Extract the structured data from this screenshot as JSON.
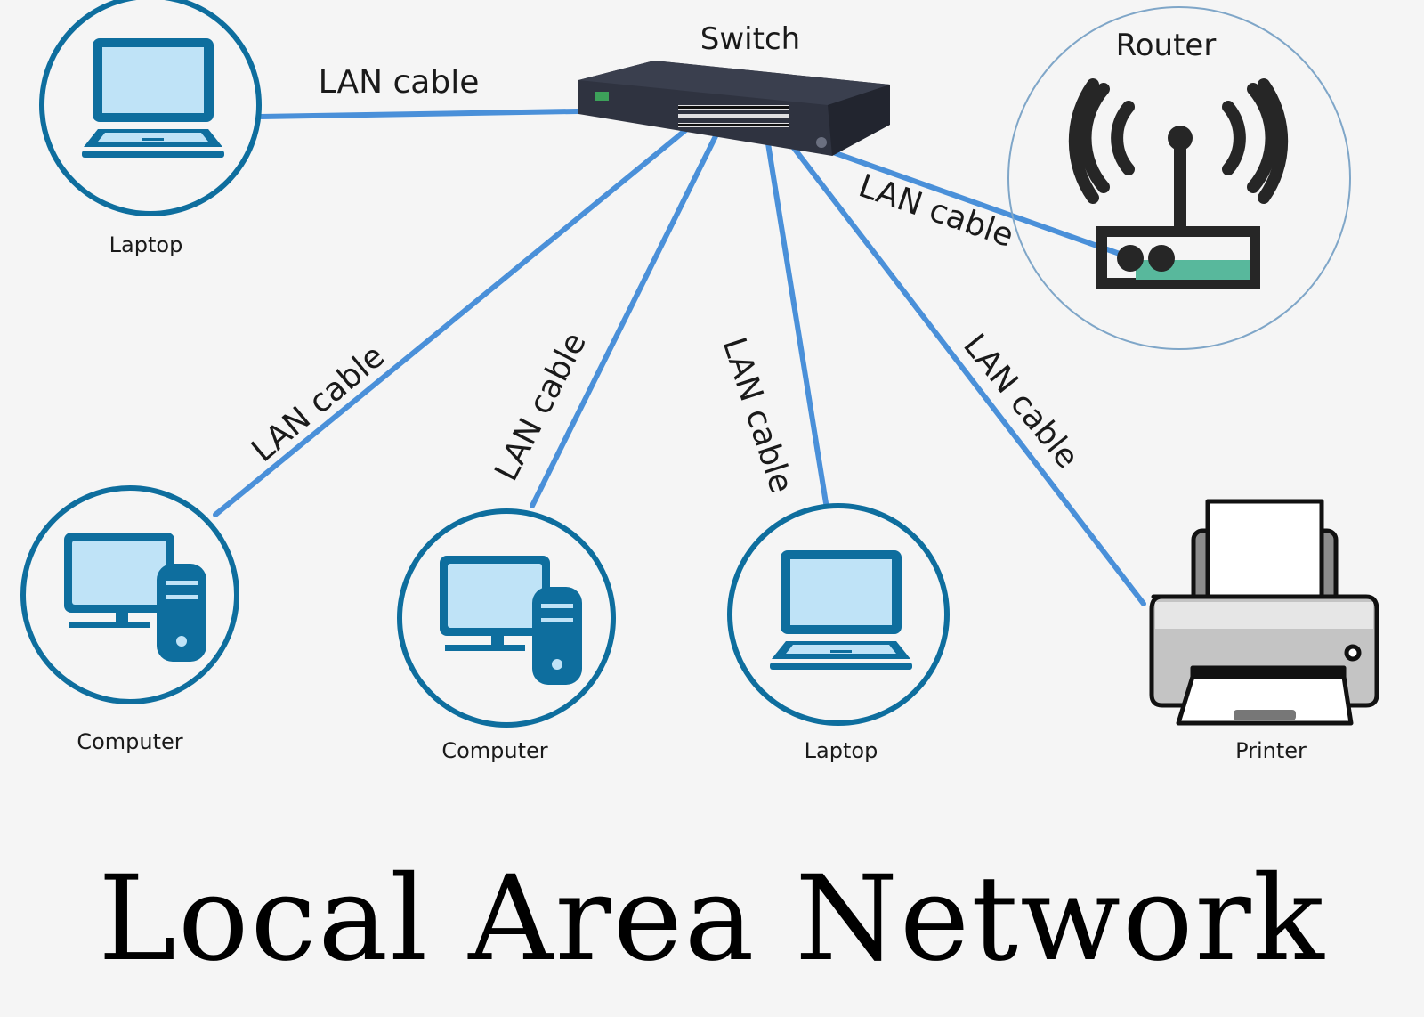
{
  "title": "Local Area Network",
  "colors": {
    "cable": "#4a90d9",
    "device_blue": "#0e6e9e",
    "screen_fill": "#bfe3f7",
    "router_ring": "#7fa6c8",
    "router_green": "#58b89c",
    "background": "#f5f5f5"
  },
  "nodes": {
    "switch": {
      "label": "Switch",
      "icon": "network-switch"
    },
    "router": {
      "label": "Router",
      "icon": "wifi-router"
    },
    "laptop_top": {
      "label": "Laptop",
      "icon": "laptop"
    },
    "computer_1": {
      "label": "Computer",
      "icon": "desktop-computer"
    },
    "computer_2": {
      "label": "Computer",
      "icon": "desktop-computer"
    },
    "laptop_bottom": {
      "label": "Laptop",
      "icon": "laptop"
    },
    "printer": {
      "label": "Printer",
      "icon": "printer"
    }
  },
  "cables": [
    {
      "from": "switch",
      "to": "laptop_top",
      "label": "LAN cable"
    },
    {
      "from": "switch",
      "to": "router",
      "label": "LAN cable"
    },
    {
      "from": "switch",
      "to": "computer_1",
      "label": "LAN cable"
    },
    {
      "from": "switch",
      "to": "computer_2",
      "label": "LAN cable"
    },
    {
      "from": "switch",
      "to": "laptop_bottom",
      "label": "LAN cable"
    },
    {
      "from": "switch",
      "to": "printer",
      "label": "LAN cable"
    }
  ]
}
